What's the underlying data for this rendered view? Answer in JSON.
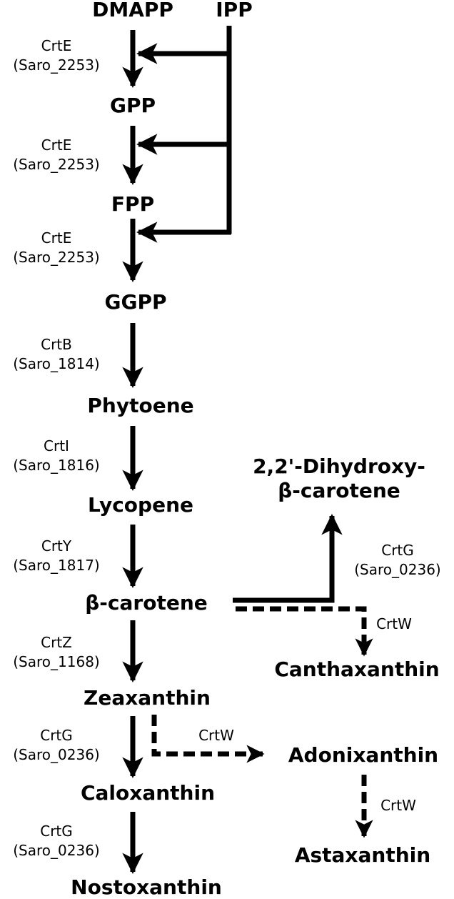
{
  "compounds": {
    "dmapp": "DMAPP",
    "ipp": "IPP",
    "gpp": "GPP",
    "fpp": "FPP",
    "ggpp": "GGPP",
    "phytoene": "Phytoene",
    "lycopene": "Lycopene",
    "beta_carotene": "β-carotene",
    "zeaxanthin": "Zeaxanthin",
    "caloxanthin": "Caloxanthin",
    "nostoxanthin": "Nostoxanthin",
    "dihydroxy_line1": "2,2'-Dihydroxy-",
    "dihydroxy_line2": "β-carotene",
    "canthaxanthin": "Canthaxanthin",
    "adonixanthin": "Adonixanthin",
    "astaxanthin": "Astaxanthin"
  },
  "enzymes": {
    "dmapp_gpp": {
      "name": "CrtE",
      "gene": "(Saro_2253)"
    },
    "gpp_fpp": {
      "name": "CrtE",
      "gene": "(Saro_2253)"
    },
    "fpp_ggpp": {
      "name": "CrtE",
      "gene": "(Saro_2253)"
    },
    "ggpp_phytoene": {
      "name": "CrtB",
      "gene": "(Saro_1814)"
    },
    "phytoene_lycopene": {
      "name": "CrtI",
      "gene": "(Saro_1816)"
    },
    "lycopene_beta": {
      "name": "CrtY",
      "gene": "(Saro_1817)"
    },
    "beta_zeaxanthin": {
      "name": "CrtZ",
      "gene": "(Saro_1168)"
    },
    "zea_calo": {
      "name": "CrtG",
      "gene": "(Saro_0236)"
    },
    "calo_nosto": {
      "name": "CrtG",
      "gene": "(Saro_0236)"
    },
    "beta_dihydroxy": {
      "name": "CrtG",
      "gene": "(Saro_0236)"
    },
    "beta_cantha": {
      "name": "CrtW"
    },
    "zea_adoni": {
      "name": "CrtW"
    },
    "adoni_asta": {
      "name": "CrtW"
    }
  }
}
